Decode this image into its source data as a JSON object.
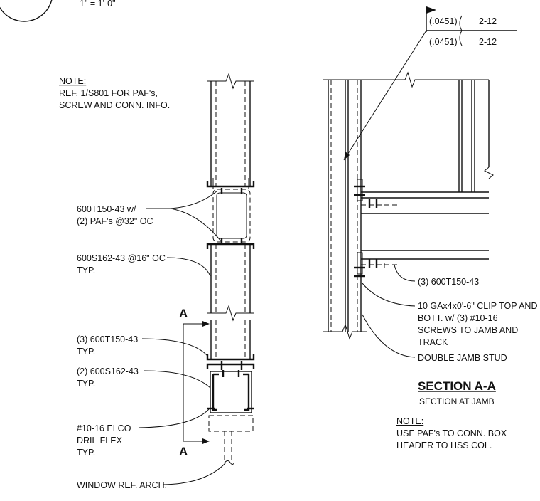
{
  "header": {
    "scale": "1\" = 1'-0\""
  },
  "note_left": {
    "heading": "NOTE:",
    "lines": [
      "REF. 1/S801 FOR PAF's,",
      "SCREW AND CONN. INFO."
    ]
  },
  "callouts_left": [
    {
      "lines": [
        "600T150-43 w/",
        "(2) PAF's @32\" OC"
      ]
    },
    {
      "lines": [
        "600S162-43 @16\" OC",
        "TYP."
      ]
    },
    {
      "lines": [
        "(3) 600T150-43",
        "TYP."
      ]
    },
    {
      "lines": [
        "(2) 600S162-43",
        "TYP."
      ]
    },
    {
      "lines": [
        "#10-16 ELCO",
        "DRIL-FLEX",
        "TYP."
      ]
    },
    {
      "lines": [
        "WINDOW REF. ARCH."
      ]
    }
  ],
  "section_marks": [
    "A",
    "A"
  ],
  "weld_symbol": {
    "top_size": "(.0451)",
    "top_length": "2-12",
    "bottom_size": "(.0451)",
    "bottom_length": "2-12"
  },
  "callouts_right": [
    {
      "lines": [
        "(3) 600T150-43"
      ]
    },
    {
      "lines": [
        "10 GAx4x0'-6\" CLIP TOP AND",
        "BOTT. w/ (3) #10-16",
        "SCREWS TO JAMB AND",
        "TRACK"
      ]
    },
    {
      "lines": [
        "DOUBLE JAMB STUD"
      ]
    }
  ],
  "section_title": {
    "title": "SECTION A-A",
    "subtitle": "SECTION AT JAMB"
  },
  "note_right": {
    "heading": "NOTE:",
    "lines": [
      "USE PAF's TO CONN. BOX",
      "HEADER TO HSS COL."
    ]
  }
}
